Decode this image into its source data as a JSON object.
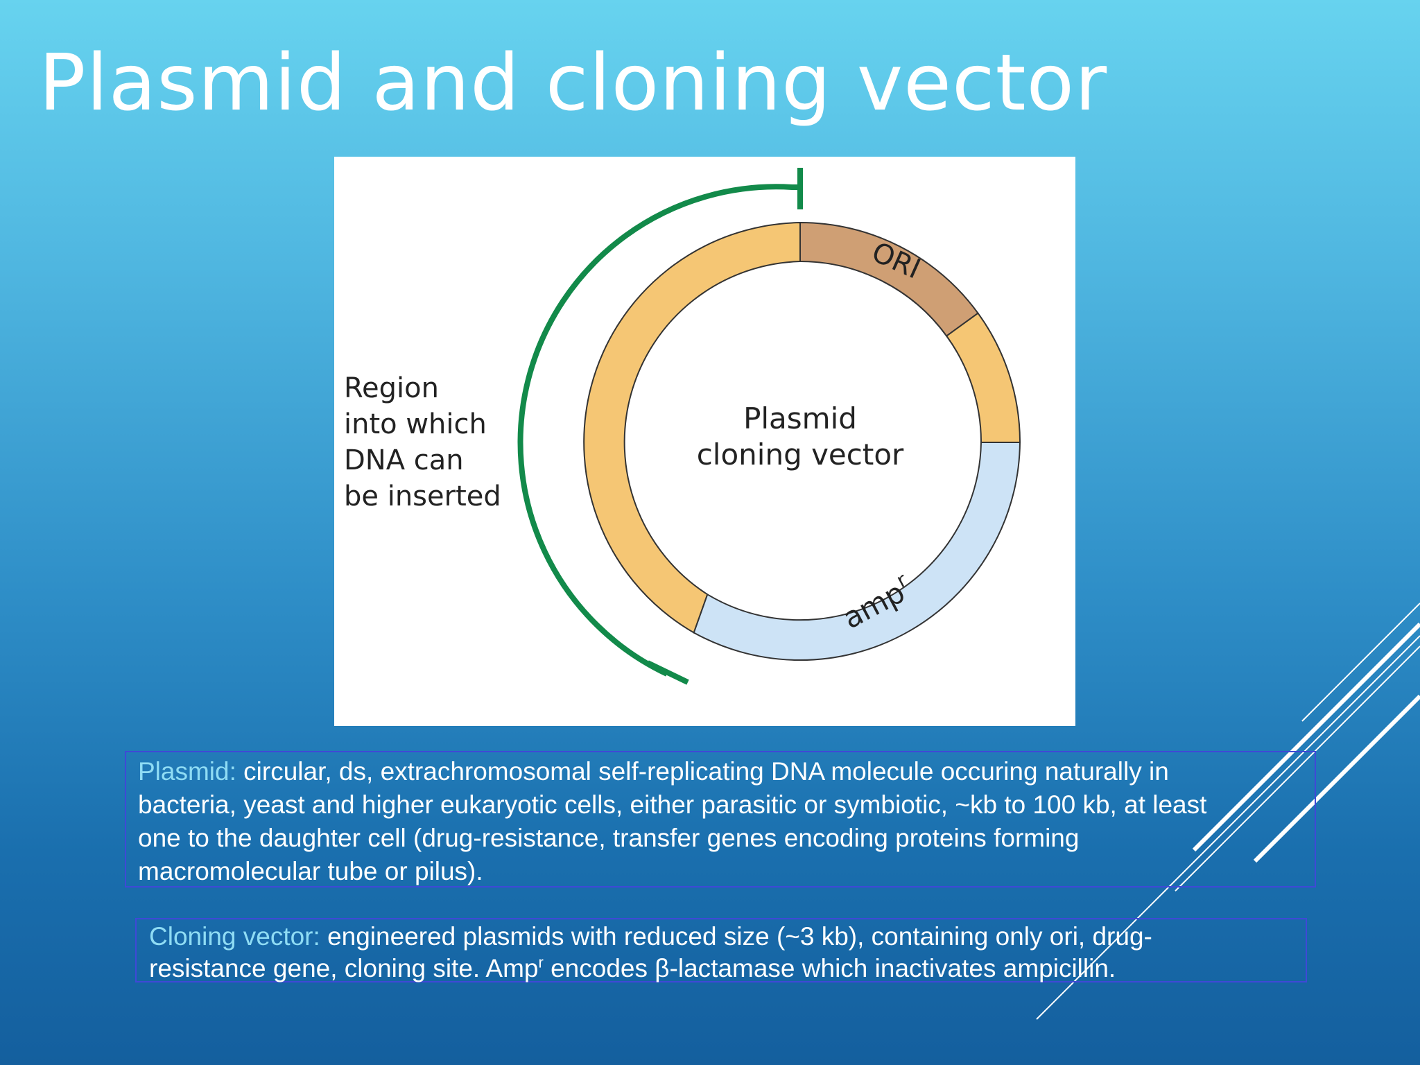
{
  "slide": {
    "title": "Plasmid and cloning vector"
  },
  "figure": {
    "region_label": [
      "Region",
      "into which",
      "DNA can",
      "be inserted"
    ],
    "center_label": [
      "Plasmid",
      "cloning vector"
    ],
    "ori_label": "ORI",
    "amp_label": "amp",
    "amp_superscript": "r",
    "colors": {
      "insert_region": "#f5c674",
      "ori_segment": "#cf9f74",
      "amp_segment": "#cde3f6",
      "bracket": "#128a4a"
    }
  },
  "plasmid_text": {
    "lead": "Plasmid:",
    "line1": "  circular, ds, extrachromosomal self-replicating DNA molecule occuring  naturally in",
    "line2": "bacteria, yeast and higher eukaryotic cells, either parasitic or symbiotic, ~kb to 100 kb, at least",
    "line3": "one to the daughter cell (drug-resistance, transfer genes encoding proteins forming",
    "line4": "macromolecular tube or pilus)."
  },
  "vector_text": {
    "lead": "Cloning vector:",
    "line1": " engineered plasmids with reduced size (~3 kb), containing only ori, drug-",
    "line2a": "resistance gene, cloning site. Amp",
    "line2_sup": "r",
    "line2b": " encodes β-lactamase which inactivates ampicillin."
  }
}
